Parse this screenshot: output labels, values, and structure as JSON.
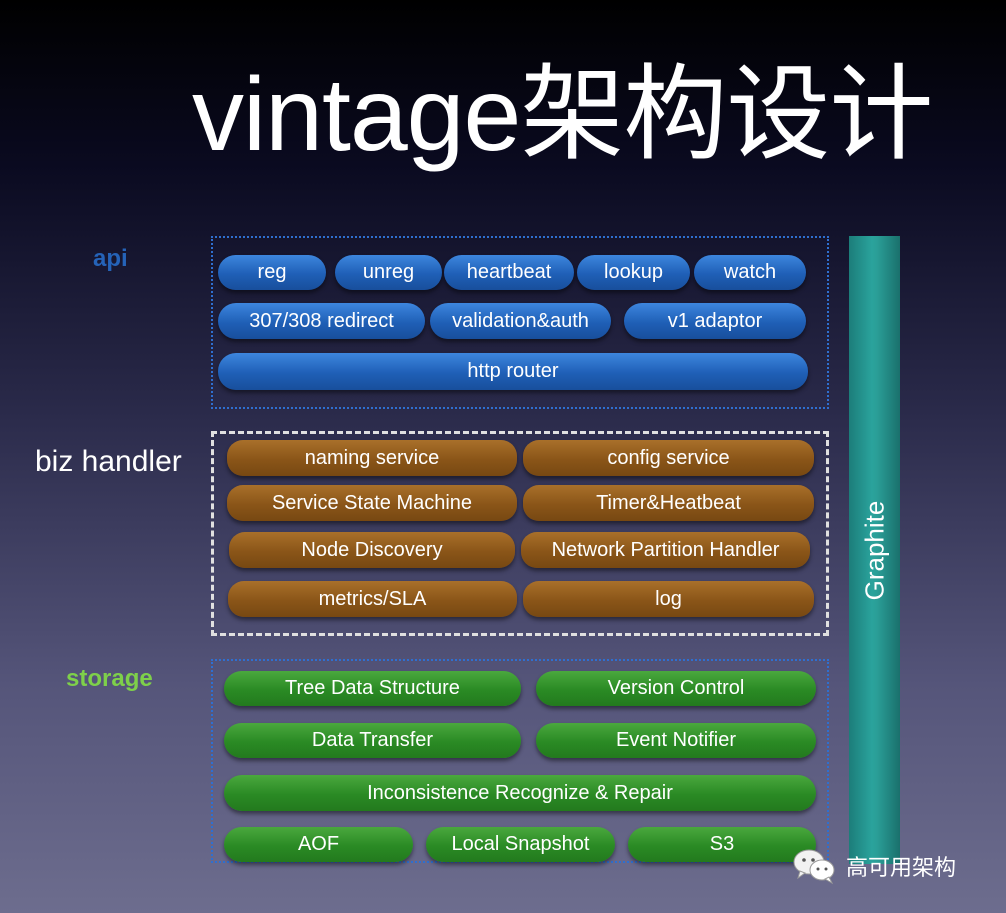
{
  "title": "vintage架构设计",
  "layers": {
    "api": {
      "label": "api",
      "row1": [
        "reg",
        "unreg",
        "heartbeat",
        "lookup",
        "watch"
      ],
      "row2": [
        "307/308 redirect",
        "validation&auth",
        "v1 adaptor"
      ],
      "row3": [
        "http router"
      ]
    },
    "biz": {
      "label": "biz handler",
      "rows": [
        [
          "naming service",
          "config service"
        ],
        [
          "Service State Machine",
          "Timer&Heatbeat"
        ],
        [
          "Node Discovery",
          "Network Partition Handler"
        ],
        [
          "metrics/SLA",
          "log"
        ]
      ]
    },
    "storage": {
      "label": "storage",
      "row1": [
        "Tree Data Structure",
        "Version Control"
      ],
      "row2": [
        "Data Transfer",
        "Event Notifier"
      ],
      "row3": [
        "Inconsistence Recognize & Repair"
      ],
      "row4": [
        "AOF",
        "Local Snapshot",
        "S3"
      ]
    }
  },
  "side_bar": {
    "label": "Graphite"
  },
  "watermark": {
    "text": "高可用架构",
    "icon": "wechat-icon"
  },
  "colors": {
    "api_label": "#2563b8",
    "storage_label": "#7ed04a",
    "api_pill": "#1f5fb6",
    "biz_pill": "#8a5518",
    "storage_pill": "#2a8a24",
    "graphite": "#2aa39c"
  }
}
